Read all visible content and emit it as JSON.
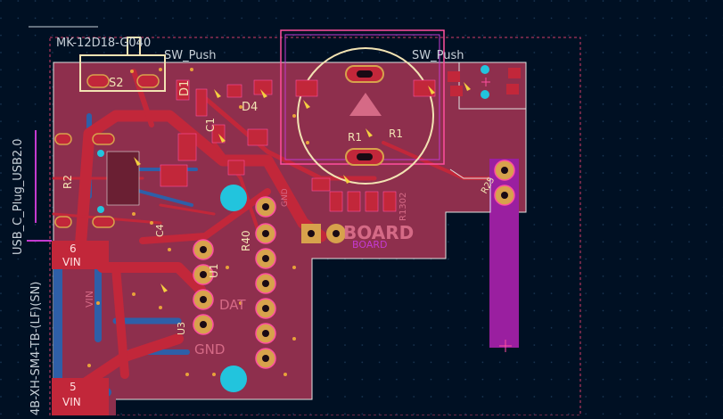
{
  "colors": {
    "background": "#001023",
    "grid": "#1d3b5a",
    "board_fill": "#8e2f4d",
    "copper_bright": "#c2273a",
    "copper_dark": "#6a1f33",
    "silk": "#f2e3b3",
    "silk_pink": "#ff4fa0",
    "magenta": "#c43ad0",
    "outline_white": "#e0e0e0",
    "pad_gold": "#d7a24c",
    "via_cyan": "#22c4dd",
    "blue_trace": "#2e5fa8",
    "annotation": "#c8d0d8"
  },
  "labels": {
    "mk_switch": "MK-12D18-G040",
    "sw_push_left": "SW_Push",
    "sw_push_right": "SW_Push",
    "usb_connector": "USB_C_Plug_USB2.0",
    "jst_connector": "4B-XH-SM4-TB-(LF)(SN)",
    "board_text": "BOARD",
    "board_text_2": "BOARD",
    "pin_6_num": "6",
    "pin_6_name": "VIN",
    "pin_5_num": "5",
    "pin_5_name": "VIN",
    "vin_side": "VIN",
    "dat_label": "DAT",
    "gnd_label": "GND",
    "gnd_label_2": "GND",
    "ref_d1": "D1",
    "ref_d4": "D4",
    "ref_r1": "R1",
    "ref_r1b": "R1",
    "ref_r2": "R2",
    "ref_r25": "R25",
    "ref_r40": "R40",
    "ref_u1": "U1",
    "ref_c1": "C1",
    "ref_s2": "S2",
    "ref_u3": "U3",
    "ref_c4": "C4",
    "ref_r1302": "R1302"
  }
}
